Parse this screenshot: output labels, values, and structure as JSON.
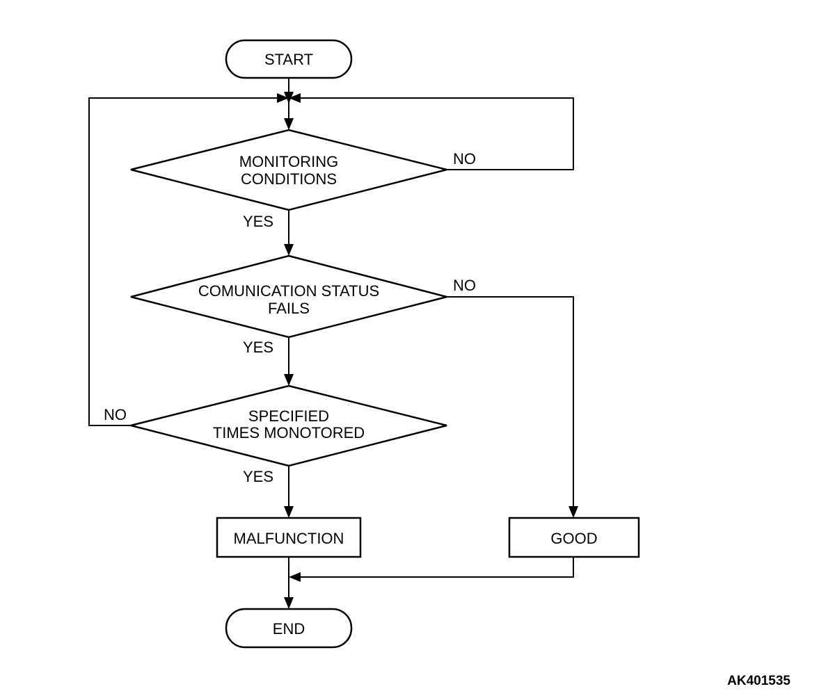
{
  "nodes": {
    "start": "START",
    "monitoring_line1": "MONITORING",
    "monitoring_line2": "CONDITIONS",
    "communication_line1": "COMUNICATION STATUS",
    "communication_line2": "FAILS",
    "specified_line1": "SPECIFIED",
    "specified_line2": "TIMES MONOTORED",
    "malfunction": "MALFUNCTION",
    "good": "GOOD",
    "end": "END"
  },
  "edges": {
    "monitoring_no": "NO",
    "monitoring_yes": "YES",
    "communication_no": "NO",
    "communication_yes": "YES",
    "specified_no": "NO",
    "specified_yes": "YES"
  },
  "figure_id": "AK401535"
}
